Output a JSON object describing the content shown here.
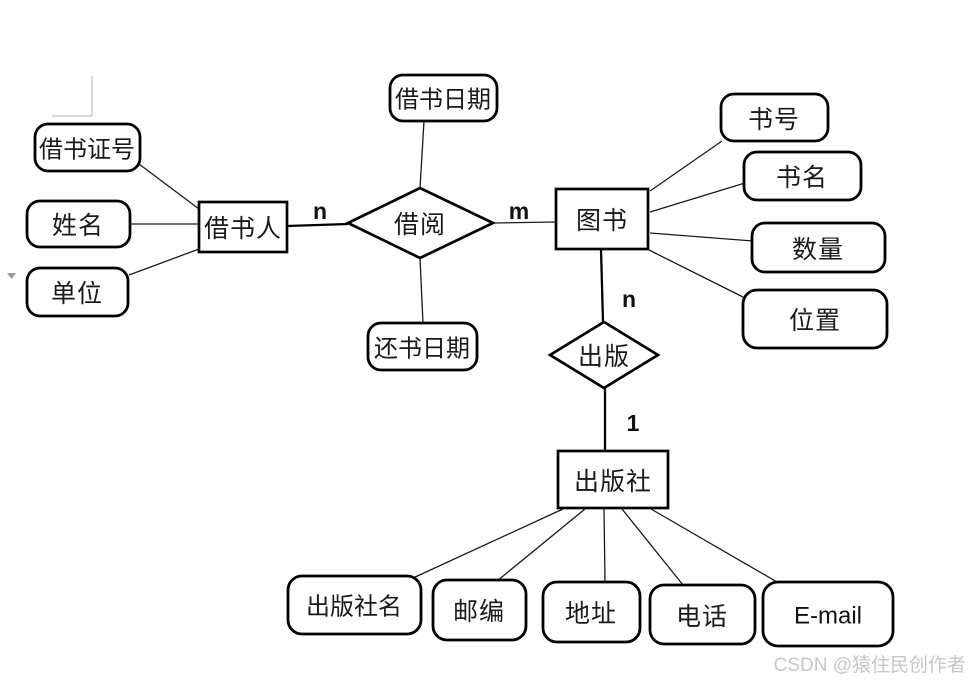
{
  "diagram": {
    "title_hint": "Library borrowing ER diagram",
    "entities": {
      "borrower": {
        "label": "借书人"
      },
      "book": {
        "label": "图书"
      },
      "publisher": {
        "label": "出版社"
      }
    },
    "relationships": {
      "borrow": {
        "label": "借阅"
      },
      "publish": {
        "label": "出版"
      }
    },
    "attributes": {
      "card_no": {
        "label": "借书证号"
      },
      "name": {
        "label": "姓名"
      },
      "unit": {
        "label": "单位"
      },
      "borrow_date": {
        "label": "借书日期"
      },
      "return_date": {
        "label": "还书日期"
      },
      "book_no": {
        "label": "书号"
      },
      "book_title": {
        "label": "书名"
      },
      "quantity": {
        "label": "数量"
      },
      "position": {
        "label": "位置"
      },
      "publisher_name": {
        "label": "出版社名"
      },
      "zip": {
        "label": "邮编"
      },
      "address": {
        "label": "地址"
      },
      "phone": {
        "label": "电话"
      },
      "email": {
        "label": "E-mail"
      }
    },
    "cardinalities": {
      "borrower_side": "n",
      "book_side": "m",
      "publish_book_side": "n",
      "publish_publisher_side": "1"
    }
  },
  "watermark": {
    "text": "CSDN @猿住民创作者"
  }
}
